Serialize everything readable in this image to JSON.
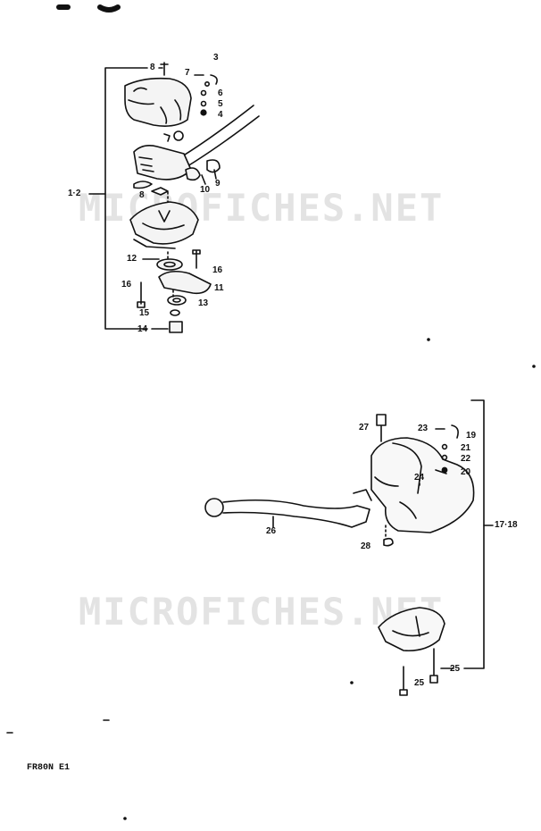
{
  "watermark": "MICROFICHES.NET",
  "model_code": "FR80N E1",
  "upper_group": {
    "labels": [
      {
        "id": "lbl-8a",
        "text": "8"
      },
      {
        "id": "lbl-3",
        "text": "3"
      },
      {
        "id": "lbl-7",
        "text": "7"
      },
      {
        "id": "lbl-6",
        "text": "6"
      },
      {
        "id": "lbl-5",
        "text": "5"
      },
      {
        "id": "lbl-4",
        "text": "4"
      },
      {
        "id": "lbl-1-2",
        "text": "1·2"
      },
      {
        "id": "lbl-8b",
        "text": "8"
      },
      {
        "id": "lbl-10",
        "text": "10"
      },
      {
        "id": "lbl-9",
        "text": "9"
      },
      {
        "id": "lbl-12",
        "text": "12"
      },
      {
        "id": "lbl-16a",
        "text": "16"
      },
      {
        "id": "lbl-16b",
        "text": "16"
      },
      {
        "id": "lbl-11",
        "text": "11"
      },
      {
        "id": "lbl-13",
        "text": "13"
      },
      {
        "id": "lbl-15",
        "text": "15"
      },
      {
        "id": "lbl-14",
        "text": "14"
      }
    ]
  },
  "lower_group": {
    "labels": [
      {
        "id": "lbl-27",
        "text": "27"
      },
      {
        "id": "lbl-23",
        "text": "23"
      },
      {
        "id": "lbl-19",
        "text": "19"
      },
      {
        "id": "lbl-21",
        "text": "21"
      },
      {
        "id": "lbl-22",
        "text": "22"
      },
      {
        "id": "lbl-20",
        "text": "20"
      },
      {
        "id": "lbl-24",
        "text": "24"
      },
      {
        "id": "lbl-26",
        "text": "26"
      },
      {
        "id": "lbl-28",
        "text": "28"
      },
      {
        "id": "lbl-17-18",
        "text": "17·18"
      },
      {
        "id": "lbl-25a",
        "text": "25"
      },
      {
        "id": "lbl-25b",
        "text": "25"
      }
    ]
  }
}
